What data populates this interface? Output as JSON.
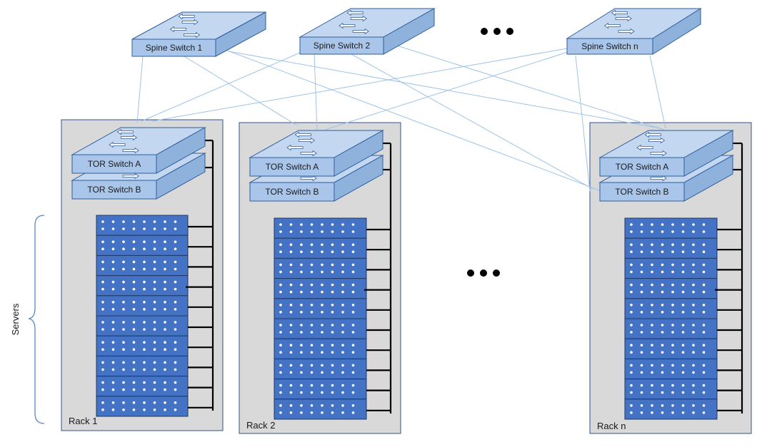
{
  "colors": {
    "rack_fill": "#d9d9d9",
    "rack_border": "#2f528f",
    "switch_front": "#a9c6ea",
    "switch_top": "#c3d7f0",
    "switch_side": "#8fb2dd",
    "switch_border": "#2e5e9c",
    "server_fill": "#4472c4",
    "server_border": "#1f3864",
    "cable": "#000000",
    "link": "#9dc3e6"
  },
  "spine_switches": [
    {
      "id": "s1",
      "label": "Spine Switch 1"
    },
    {
      "id": "s2",
      "label": "Spine Switch 2"
    },
    {
      "id": "sn",
      "label": "Spine Switch n"
    }
  ],
  "racks": [
    {
      "id": "r1",
      "label": "Rack 1",
      "tor_a": "TOR Switch A",
      "tor_b": "TOR Switch B",
      "server_count": 10
    },
    {
      "id": "r2",
      "label": "Rack 2",
      "tor_a": "TOR Switch A",
      "tor_b": "TOR Switch B",
      "server_count": 10
    },
    {
      "id": "rn",
      "label": "Rack n",
      "tor_a": "TOR Switch A",
      "tor_b": "TOR Switch B",
      "server_count": 10
    }
  ],
  "servers_label": "Servers",
  "ellipsis": "..."
}
